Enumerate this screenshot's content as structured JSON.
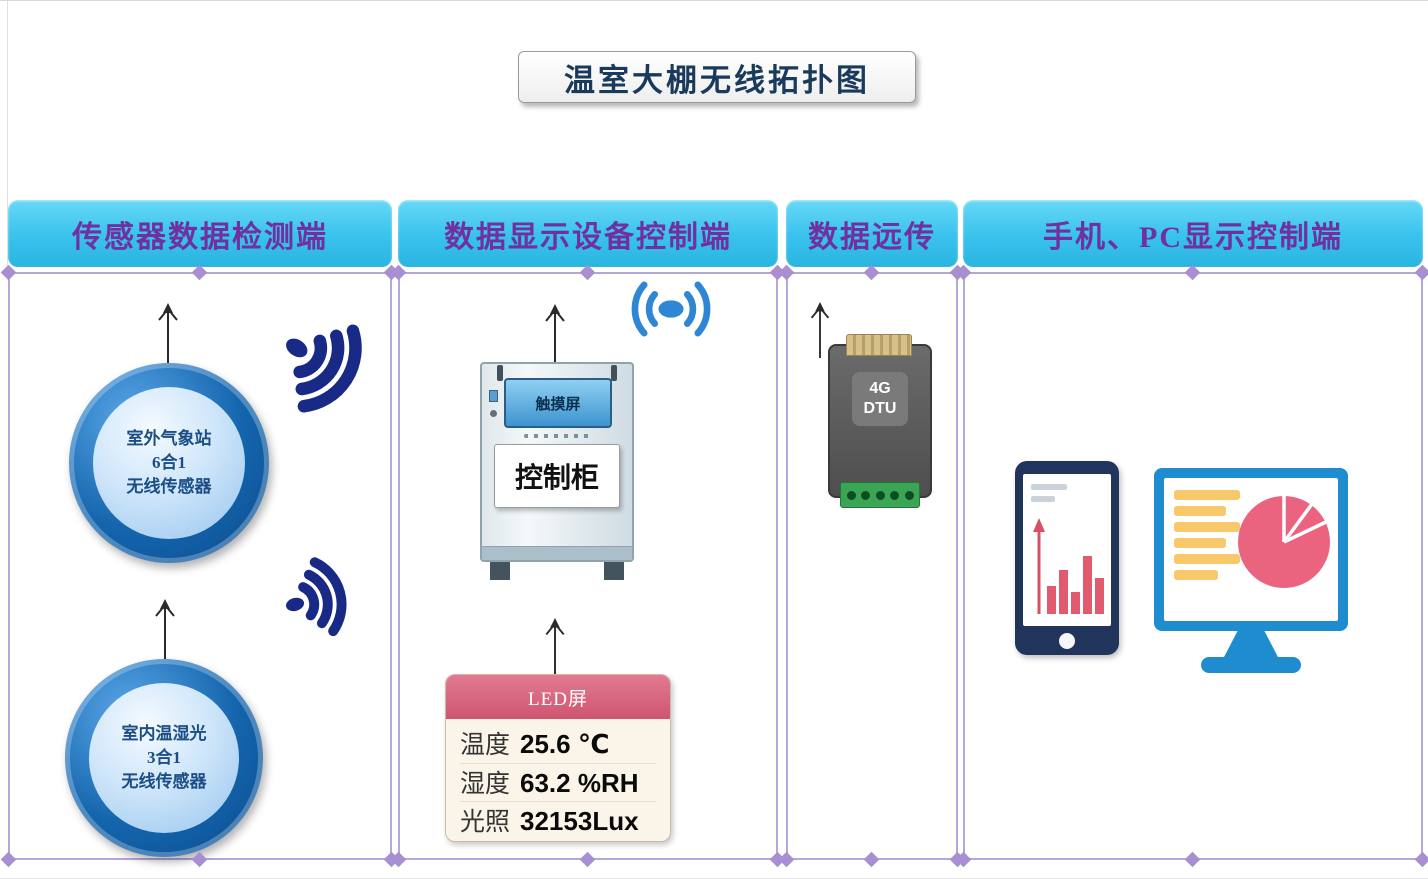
{
  "page": {
    "title": "温室大棚无线拓扑图"
  },
  "columns": [
    {
      "header": "传感器数据检测端"
    },
    {
      "header": "数据显示设备控制端"
    },
    {
      "header": "数据远传"
    },
    {
      "header": "手机、PC显示控制端"
    }
  ],
  "sensors": {
    "outdoor": {
      "line1": "室外气象站",
      "line2": "6合1",
      "line3": "无线传感器"
    },
    "indoor": {
      "line1": "室内温湿光",
      "line2": "3合1",
      "line3": "无线传感器"
    }
  },
  "cabinet": {
    "touchscreen_label": "触摸屏",
    "name_label": "控制柜"
  },
  "dtu": {
    "line1": "4G",
    "line2": "DTU"
  },
  "led_panel": {
    "title": "LED屏",
    "rows": [
      {
        "label": "温度",
        "value": "25.6 ℃"
      },
      {
        "label": "湿度",
        "value": "63.2 %RH"
      },
      {
        "label": "光照",
        "value": "32153Lux"
      }
    ]
  },
  "icons": {
    "antenna": "antenna-icon",
    "wifi_signal": "wifi-signal-icon",
    "wifi_broadcast": "wifi-broadcast-icon",
    "smartphone": "smartphone-icon",
    "monitor": "desktop-monitor-icon",
    "bar_chart": "bar-chart-icon",
    "pie_chart": "pie-chart-icon"
  },
  "colors": {
    "header_bg": "#38c2ec",
    "header_text": "#7030a0",
    "panel_border": "#b5a6dc",
    "title_text": "#1a3a5c",
    "wifi_dark": "#182a85",
    "wifi_light": "#2f86d5",
    "sensor_blue": "#0b4a8c",
    "led_header_pink": "#cf5571",
    "led_body_cream": "#fbf5e9",
    "dtu_gray": "#5a5a5a",
    "dtu_green": "#3aa655",
    "phone_navy": "#20345c",
    "monitor_blue": "#1f8ccf",
    "chart_pink": "#e25a6e",
    "list_yellow": "#f7c96b"
  }
}
